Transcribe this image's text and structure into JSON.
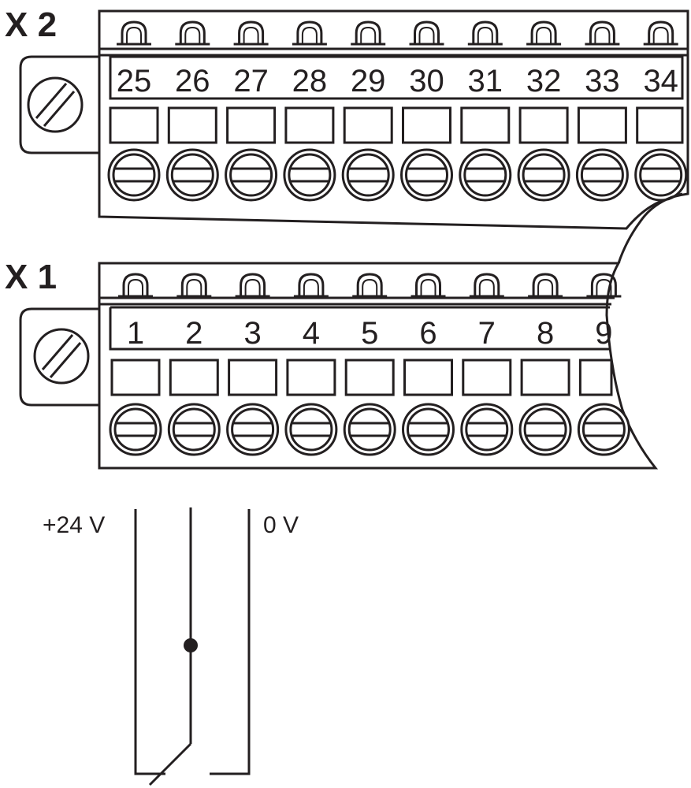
{
  "terminal_blocks": [
    {
      "name": "X 2",
      "terminals": [
        "25",
        "26",
        "27",
        "28",
        "29",
        "30",
        "31",
        "32",
        "33",
        "34"
      ]
    },
    {
      "name": "X 1",
      "terminals": [
        "1",
        "2",
        "3",
        "4",
        "5",
        "6",
        "7",
        "8",
        "9"
      ]
    }
  ],
  "wiring": {
    "supply_positive_label": "+24 V",
    "supply_negative_label": "0 V",
    "switch_type": "normally-open contact"
  },
  "colors": {
    "ink": "#231f20",
    "background": "#ffffff"
  }
}
